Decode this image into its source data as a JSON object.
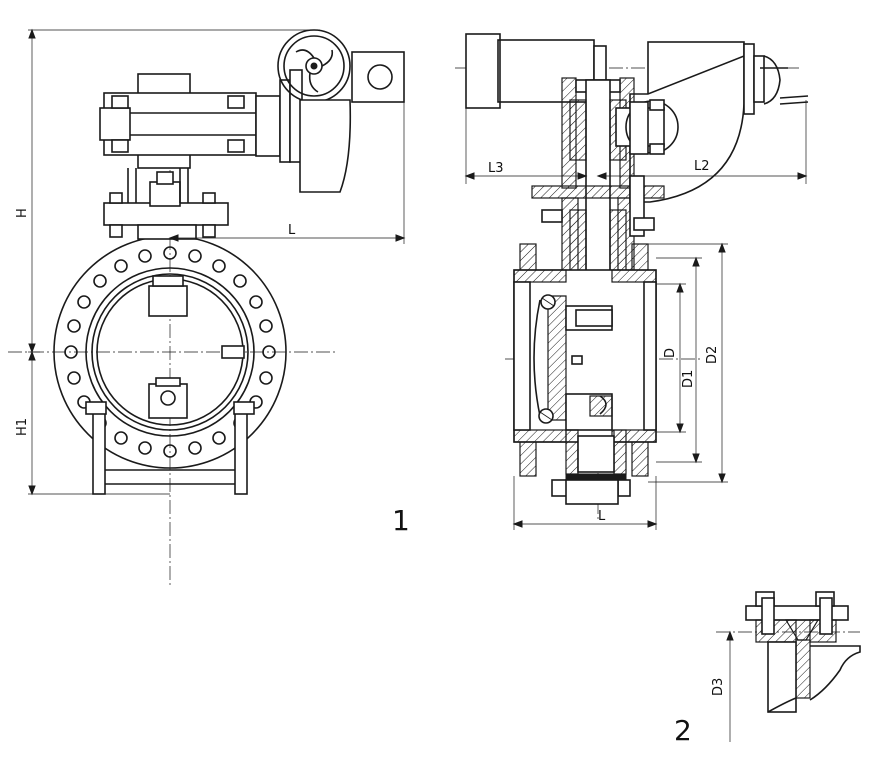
{
  "labels": {
    "H": "H",
    "H1": "H1",
    "L_front": "L",
    "L3": "L3",
    "L2": "L2",
    "D": "D",
    "D1": "D1",
    "D2": "D2",
    "L_side": "L",
    "D3": "D3"
  },
  "figures": {
    "fig1": "1",
    "fig2": "2"
  }
}
